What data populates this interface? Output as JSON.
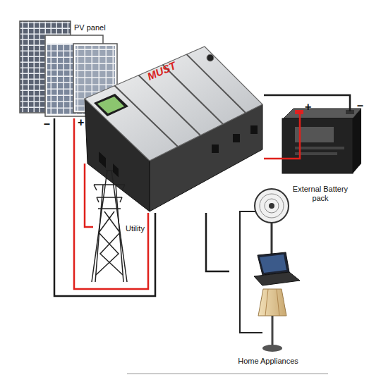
{
  "diagram": {
    "nodes": [
      {
        "text": [
          "PV panel"
        ]
      },
      {
        "text": [
          "MUST"
        ]
      },
      {
        "text": [
          "External Battery pack"
        ]
      },
      {
        "text": [
          "Utility"
        ]
      },
      {
        "text": [
          "Home Appliances"
        ]
      }
    ],
    "edges": [
      {
        "from": 0,
        "to": 1,
        "arrow": "none"
      },
      {
        "from": 1,
        "to": 2,
        "arrow": "none"
      },
      {
        "from": 1,
        "to": 3,
        "arrow": "none"
      },
      {
        "from": 1,
        "to": 4,
        "arrow": "none"
      }
    ],
    "labels": [
      "–",
      "+",
      "+",
      "–"
    ]
  }
}
